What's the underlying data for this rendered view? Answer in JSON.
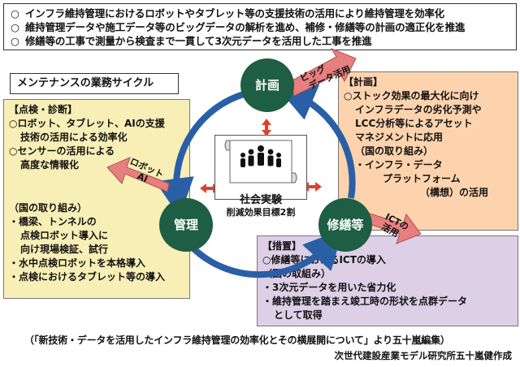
{
  "top_box": {
    "lines": [
      {
        "mark": "○",
        "text": "インフラ維持管理におけるロボットやタブレット等の支援技術の活用により維持管理を効率化"
      },
      {
        "mark": "○",
        "text": "維持管理データや施工データ等のビッグデータの解析を進め、補修・修繕等の計画の適正化を推進"
      },
      {
        "mark": "○",
        "text": "修繕等の工事で測量から検査まで一貫して3次元データを活用した工事を推進"
      }
    ]
  },
  "cycle_title": "メンテナンスの業務サイクル",
  "nodes": {
    "plan": "計画",
    "manage": "管理",
    "repair": "修繕等"
  },
  "center": {
    "title": "社会実験",
    "subtitle": "削減効果目標2割"
  },
  "arrow_labels": {
    "bigdata_line1": "ビッグ",
    "bigdata_line2": "データ活用",
    "robot_line1": "ロボット",
    "robot_line2": "AI",
    "ict_line1": "ICTの",
    "ict_line2": "活用"
  },
  "inspect_box": {
    "heading": "【点検・診断】",
    "items": [
      "○ロボット、タブレット、AIの支援",
      "技術の活用による効率化",
      "○センサーの活用による",
      "高度な情報化"
    ],
    "sub_heading": "（国の取り組み）",
    "actions": [
      "・橋梁、トンネルの",
      "点検ロボット導入に",
      "向け現場検証、試行",
      "・水中点検ロボットを本格導入",
      "・点検におけるタブレット等の導入"
    ]
  },
  "plan_box": {
    "heading": "【計画】",
    "items": [
      "○ストック効果の最大化に向け",
      "インフラデータの劣化予測や",
      "LCC分析等によるアセット",
      "マネジメントに応用"
    ],
    "sub_heading": "（国の取り組み）",
    "actions": [
      "・インフラ・データ",
      "プラットフォーム",
      "（構想）の活用"
    ]
  },
  "repair_box": {
    "heading": "【措置】",
    "items": [
      "○修繕等におけるICTの導入"
    ],
    "sub_heading": "（国の取組み）",
    "actions": [
      "・3次元データを用いた省力化",
      "・維持管理を踏まえ竣工時の形状を点群データ",
      "として取得"
    ]
  },
  "source": "（「新技術・データを活用したインフラ維持管理の効率化とその横展開について」より五十嵐編集）",
  "credit": "次世代建設産業モデル研究所五十嵐健作成",
  "colors": {
    "node": "#1d5e44",
    "cycle_arrow": "#2a5fa8",
    "pink_arrow": "#e77f7f",
    "inspect_bg": "#f7efb6",
    "plan_bg": "#fcd3ad",
    "repair_bg": "#ddcfe6",
    "small_arrow": "#e0412f"
  },
  "icons": [
    "people-group-icon",
    "scroll-icon"
  ]
}
